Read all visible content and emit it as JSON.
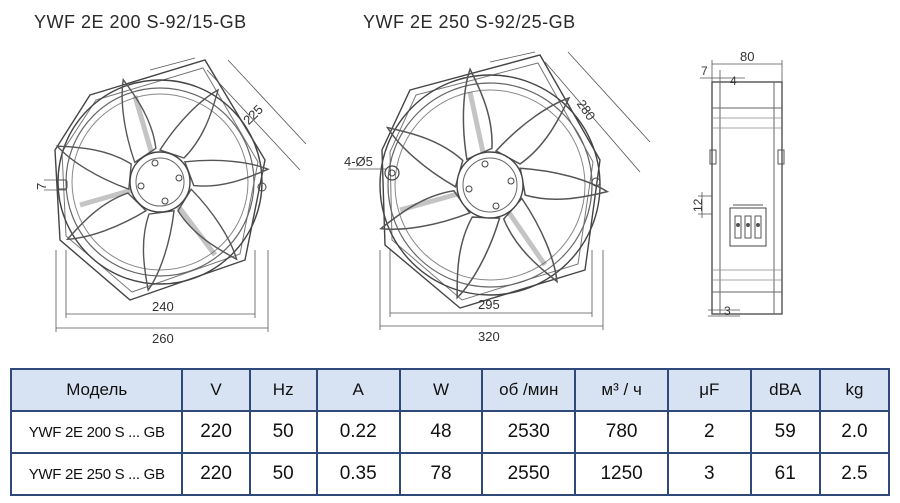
{
  "titles": {
    "left": "YWF 2E 200 S-92/15-GB",
    "middle": "YWF 2E 250 S-92/25-GB"
  },
  "dimensions": {
    "left_diagonal": "225",
    "left_tab": "7",
    "left_inner_width": "240",
    "left_outer_width": "260",
    "middle_diagonal": "280",
    "middle_holes": "4-Ø5",
    "middle_inner_width": "295",
    "middle_outer_width": "320",
    "side_depth": "80",
    "side_a": "7",
    "side_b": "4",
    "side_c": "12",
    "side_d": "3"
  },
  "table": {
    "headers": [
      "Модель",
      "V",
      "Hz",
      "A",
      "W",
      "об /мин",
      "м³ / ч",
      "μF",
      "dBA",
      "kg"
    ],
    "rows": [
      [
        "YWF 2E 200 S ... GB",
        "220",
        "50",
        "0.22",
        "48",
        "2530",
        "780",
        "2",
        "59",
        "2.0"
      ],
      [
        "YWF 2E 250 S ... GB",
        "220",
        "50",
        "0.35",
        "78",
        "2550",
        "1250",
        "3",
        "61",
        "2.5"
      ]
    ]
  }
}
